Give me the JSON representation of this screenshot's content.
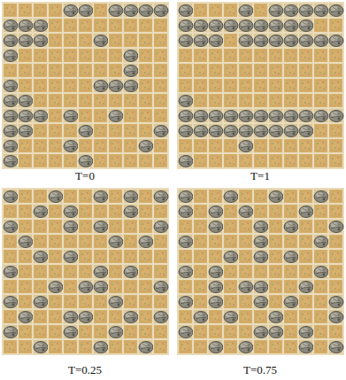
{
  "diagram": {
    "labels": [
      "T=0",
      "T=1",
      "T=0.25",
      "T=0.75"
    ]
  }
}
